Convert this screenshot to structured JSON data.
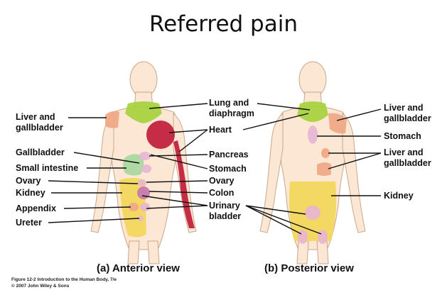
{
  "title": "Referred pain",
  "labels": {
    "liver_gallbladder_left": "Liver and\ngallbladder",
    "gallbladder": "Gallbladder",
    "small_intestine": "Small intestine",
    "ovary_left": "Ovary",
    "kidney_left": "Kidney",
    "appendix": "Appendix",
    "ureter": "Ureter",
    "lung_diaphragm": "Lung and\ndiaphragm",
    "heart": "Heart",
    "pancreas": "Pancreas",
    "stomach_center": "Stomach",
    "ovary_center": "Ovary",
    "colon": "Colon",
    "urinary_bladder": "Urinary\nbladder",
    "liver_gallbladder_right_top": "Liver and\ngallbladder",
    "stomach_right": "Stomach",
    "liver_gallbladder_right_mid": "Liver and\ngallbladder",
    "kidney_right": "Kidney"
  },
  "views": {
    "anterior": "(a) Anterior view",
    "posterior": "(b) Posterior view"
  },
  "caption": {
    "line1": "Figure 12-2 Introduction to the Human Body, 7/e",
    "line2": "© 2007 John Wiley & Sons"
  },
  "colors": {
    "skin": "#fbe7d4",
    "skin_outline": "#c9a78c",
    "lung_diaphragm": "#a6d23c",
    "heart": "#c01d3a",
    "liver_gallbladder": "#f0a884",
    "stomach": "#e7b6d3",
    "small_intestine": "#a8d8a0",
    "kidney": "#f3d75a",
    "colon": "#c478b0",
    "bladder": "#e7b6d3"
  }
}
